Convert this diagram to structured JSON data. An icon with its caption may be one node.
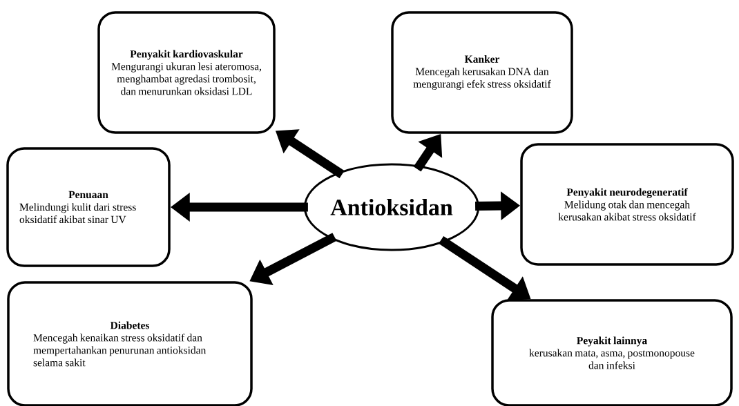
{
  "diagram": {
    "nodes": [
      {
        "text": [
          "Penyakit kardiovaskular",
          "Mengurangi ukuran lesi ateromosa, menghambat agredasi trombosit, dan menurunkan oksidasi LDL"
        ]
      },
      {
        "text": [
          "Kanker",
          "Mencegah kerusakan DNA dan mengurangi efek stress oksidatif"
        ]
      },
      {
        "text": [
          "Penuaan",
          "Melindungi kulit dari stress oksidatif akibat sinar UV"
        ]
      },
      {
        "text": [
          "Antioksidan"
        ]
      },
      {
        "text": [
          "Penyakit neurodegeneratif",
          "Melidung otak dan mencegah kerusakan akibat stress oksidatif"
        ]
      },
      {
        "text": [
          "Diabetes",
          "Mencegah kenaikan stress oksidatif dan mempertahankan penurunan antioksidan selama sakit"
        ]
      },
      {
        "text": [
          "Peyakit lainnya",
          "kerusakan mata, asma, postmonopouse dan infeksi"
        ]
      }
    ],
    "edges": [
      {
        "from": 3,
        "to": 0,
        "arrow": "to"
      },
      {
        "from": 3,
        "to": 1,
        "arrow": "to"
      },
      {
        "from": 3,
        "to": 2,
        "arrow": "to"
      },
      {
        "from": 3,
        "to": 4,
        "arrow": "to"
      },
      {
        "from": 3,
        "to": 5,
        "arrow": "to"
      },
      {
        "from": 3,
        "to": 6,
        "arrow": "to"
      }
    ]
  }
}
